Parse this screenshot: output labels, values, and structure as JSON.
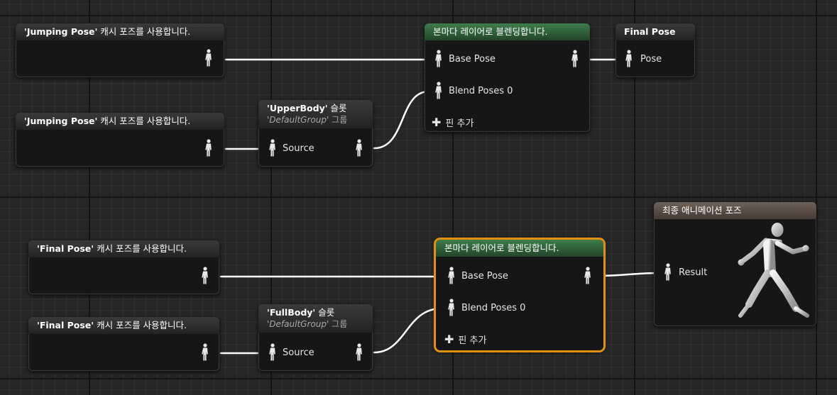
{
  "nodes": {
    "cache_jump_1": {
      "title_bold": "'Jumping Pose'",
      "title_rest": " 캐시 포즈를 사용합니다."
    },
    "cache_jump_2": {
      "title_bold": "'Jumping Pose'",
      "title_rest": " 캐시 포즈를 사용합니다."
    },
    "cache_final_1": {
      "title_bold": "'Final Pose'",
      "title_rest": " 캐시 포즈를 사용합니다."
    },
    "cache_final_2": {
      "title_bold": "'Final Pose'",
      "title_rest": " 캐시 포즈를 사용합니다."
    },
    "slot_upper": {
      "title_bold": "'UpperBody'",
      "title_rest": " 슬롯",
      "group_italic": "'DefaultGroup'",
      "group_rest": " 그룹",
      "pin_source": "Source"
    },
    "slot_full": {
      "title_bold": "'FullBody'",
      "title_rest": " 슬롯",
      "group_italic": "'DefaultGroup'",
      "group_rest": " 그룹",
      "pin_source": "Source"
    },
    "blend_top": {
      "title": "본마다 레이어로 블렌딩합니다.",
      "pin_base": "Base Pose",
      "pin_blend": "Blend Poses 0",
      "add_pin": "핀 추가"
    },
    "blend_bottom": {
      "title": "본마다 레이어로 블렌딩합니다.",
      "pin_base": "Base Pose",
      "pin_blend": "Blend Poses 0",
      "add_pin": "핀 추가"
    },
    "final_pose": {
      "title": "Final Pose",
      "pin_pose": "Pose"
    },
    "result": {
      "title": "최종 애니메이션 포즈",
      "pin_result": "Result"
    }
  },
  "colors": {
    "wire": "#ffffff",
    "selection": "#e19112",
    "green_header": "#3f7d4c",
    "result_header": "#6e6158"
  },
  "icons": {
    "pose_pin": "pose-pin-icon",
    "add": "plus-icon",
    "preview": "running-figure-icon"
  }
}
